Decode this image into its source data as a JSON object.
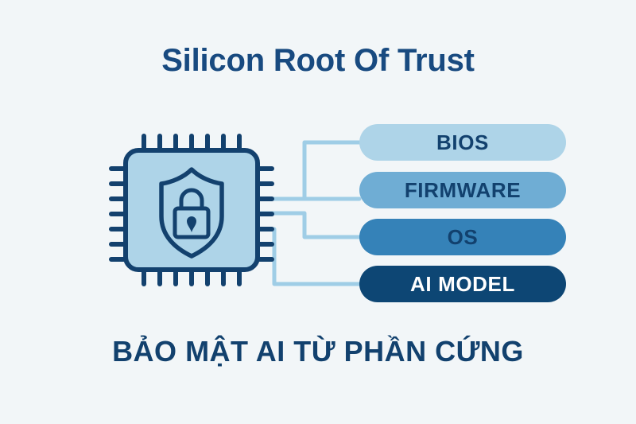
{
  "page": {
    "background_color": "#f2f6f8",
    "title": "Silicon Root Of Trust",
    "subtitle": "BẢO MẬT AI TỪ PHẦN CỨNG",
    "title_color": "#184a80",
    "subtitle_color": "#12416e"
  },
  "diagram": {
    "chip": {
      "icon_name": "secure-chip-icon",
      "body_fill": "#aed4e8",
      "outline_color": "#13416e",
      "pin_color": "#13416e",
      "pins_per_side": 7,
      "shield": {
        "icon_name": "shield-icon",
        "stroke_color": "#13416e"
      },
      "lock": {
        "icon_name": "padlock-icon",
        "stroke_color": "#13416e"
      }
    },
    "connectors": {
      "color": "#9fcde6",
      "count": 4
    },
    "pills": [
      {
        "label": "BIOS",
        "fill": "#aed4e8",
        "text_color": "#12416e",
        "font_size": 26
      },
      {
        "label": "FIRMWARE",
        "fill": "#6fadd4",
        "text_color": "#12416e",
        "font_size": 26
      },
      {
        "label": "OS",
        "fill": "#3582b8",
        "text_color": "#12416e",
        "font_size": 26
      },
      {
        "label": "AI MODEL",
        "fill": "#0d4674",
        "text_color": "#ffffff",
        "font_size": 26
      }
    ]
  }
}
